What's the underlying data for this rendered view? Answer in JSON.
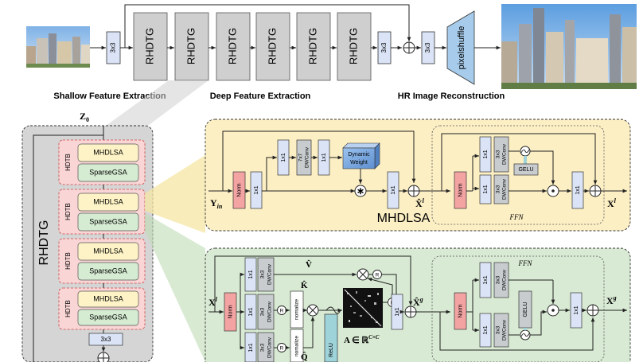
{
  "top": {
    "conv_a": "3x3",
    "rhdtg_blocks": [
      "RHDTG",
      "RHDTG",
      "RHDTG",
      "RHDTG",
      "RHDTG",
      "RHDTG"
    ],
    "conv_b": "3x3",
    "conv_c": "3x3",
    "pixelshuffle": "pixelshuffle",
    "stage_labels": [
      "Shallow Feature Extraction",
      "Deep Feature Extraction",
      "HR Image Reconstruction"
    ]
  },
  "rhdtg": {
    "z0": "Z",
    "z0_sub": "0",
    "title": "RHDTG",
    "hdtb_label": "HDTB",
    "mhdlsa": "MHDLSA",
    "sparsegsa": "SparseGSA",
    "conv": "3x3"
  },
  "mhdlsa": {
    "input": "Y",
    "input_sub": "in",
    "norm": "Norm",
    "conv1x1": "1x1",
    "dwconv": "DWConv",
    "k7x7": "7x7",
    "k3x3": "3x3",
    "dynamic_weight": [
      "Dynamic",
      "Weight"
    ],
    "xhat": "X̂",
    "xhat_sup": "l",
    "output": "X",
    "output_sup": "l",
    "title": "MHDLSA",
    "ffn": "FFN",
    "gelu": "GELU"
  },
  "sparsegsa": {
    "input": "X",
    "input_sup": "l",
    "norm": "Norm",
    "conv1x1": "1x1",
    "k3x3": "3x3",
    "dwconv": "DWConv",
    "nomalize": "nomalize",
    "v": "V̂",
    "k": "K̂",
    "q": "Q̂",
    "r": "R",
    "relu": "ReLU",
    "a_label": "A ∈ ℝ",
    "a_sup": "C×C",
    "xhat": "X̂",
    "xhat_sup": "g",
    "output": "X",
    "output_sup": "g",
    "ffn": "FFN",
    "gelu": "GELU"
  },
  "colors": {
    "gray_block": "#cfcfcf",
    "yellow_panel": "#fcefc4",
    "green_panel": "#d8ead3",
    "conv_blue": "#dbe4f6",
    "norm_red": "#f4a3a3",
    "hdtb_pink": "#f9d5d5",
    "mhdlsa_yellow": "#fdf3c6",
    "sparse_green": "#d5ecd2",
    "dw_gray": "#c8cccf",
    "relu_teal": "#9fd3da"
  }
}
